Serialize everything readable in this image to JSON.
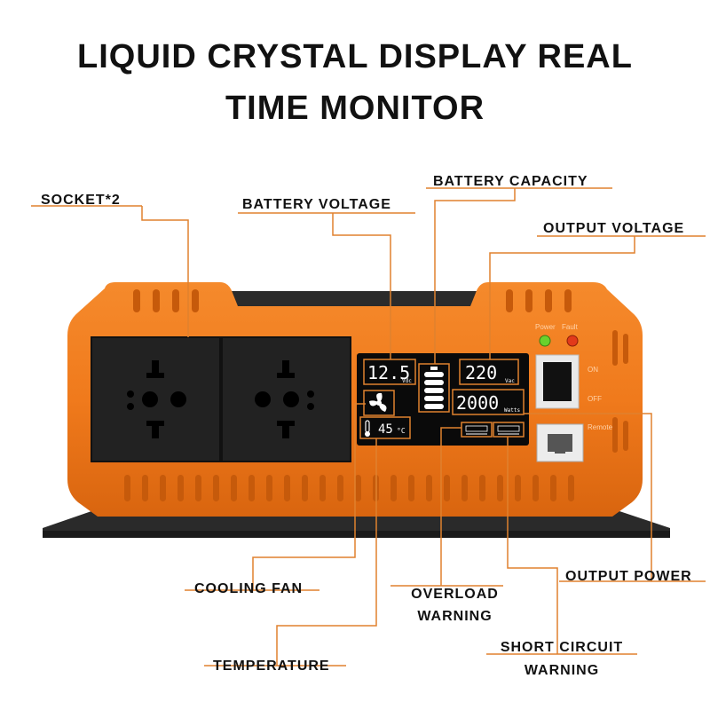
{
  "title": {
    "line1": "LIQUID CRYSTAL DISPLAY REAL",
    "line2": "TIME MONITOR"
  },
  "callouts": {
    "socket": "SOCKET*2",
    "battery_voltage": "BATTERY VOLTAGE",
    "battery_capacity": "BATTERY CAPACITY",
    "output_voltage": "OUTPUT VOLTAGE",
    "cooling_fan": "COOLING FAN",
    "overload_line1": "OVERLOAD",
    "overload_line2": "WARNING",
    "output_power": "OUTPUT POWER",
    "short_line1": "SHORT CIRCUIT",
    "short_line2": "WARNING",
    "temperature": "TEMPERATURE"
  },
  "display": {
    "battery_voltage_value": "12.5",
    "battery_voltage_unit": "Vdc",
    "output_voltage_value": "220",
    "output_voltage_unit": "Vac",
    "output_power_value": "2000",
    "output_power_unit": "Watts",
    "temperature_value": "45",
    "temperature_unit": "°C"
  },
  "panel": {
    "power_led_label": "Power",
    "fault_led_label": "Fault",
    "switch_on_label": "ON",
    "switch_off_label": "OFF",
    "remote_label": "Remote"
  },
  "colors": {
    "body": "#f07a1c",
    "body_dark": "#c65a0b",
    "callout_line": "#e0812e",
    "panel": "#161616",
    "power_led": "#6ad12c",
    "fault_led": "#e23a1a"
  },
  "icons": [
    "battery-icon",
    "fan-icon",
    "thermometer-icon",
    "socket-icon",
    "led-icon",
    "rj45-port-icon"
  ]
}
